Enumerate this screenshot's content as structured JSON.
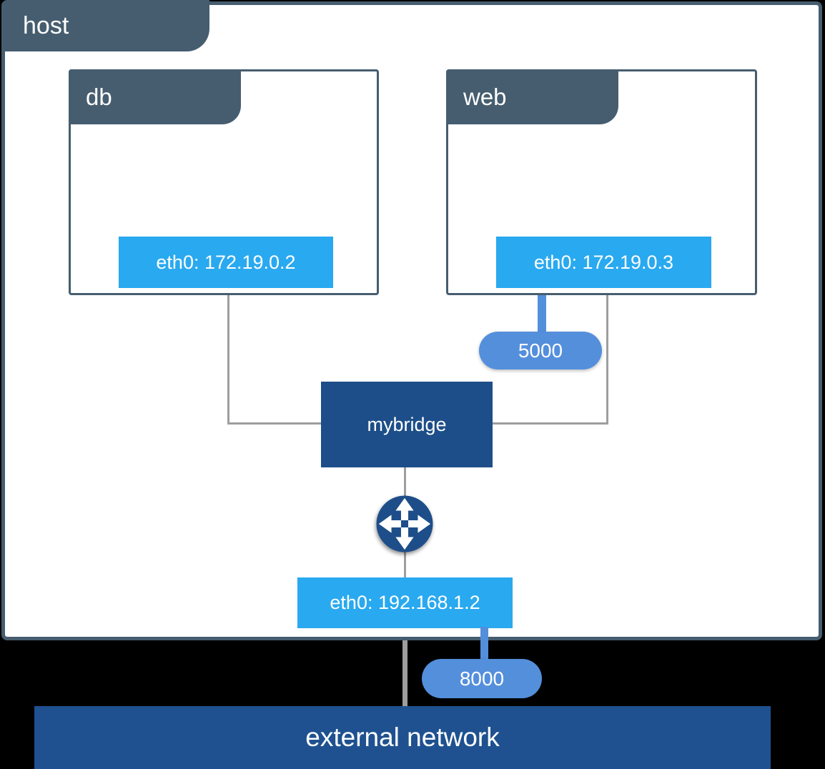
{
  "diagram": {
    "host": {
      "label": "host"
    },
    "containers": [
      {
        "label": "db",
        "interface": "eth0: 172.19.0.2"
      },
      {
        "label": "web",
        "interface": "eth0: 172.19.0.3",
        "published_port": "5000"
      }
    ],
    "bridge": {
      "label": "mybridge"
    },
    "host_interface": "eth0: 192.168.1.2",
    "host_published_port": "8000",
    "external_network": {
      "label": "external network"
    },
    "icons": {
      "router": "router-arrows-icon"
    },
    "colors": {
      "slate": "#465d6f",
      "interface_blue": "#29a9f0",
      "port_blue": "#548fdc",
      "bridge_blue": "#1d4e89",
      "external_bar_blue": "#1f5190",
      "connector_gray": "#9e9e9e",
      "background": "#000000"
    }
  }
}
